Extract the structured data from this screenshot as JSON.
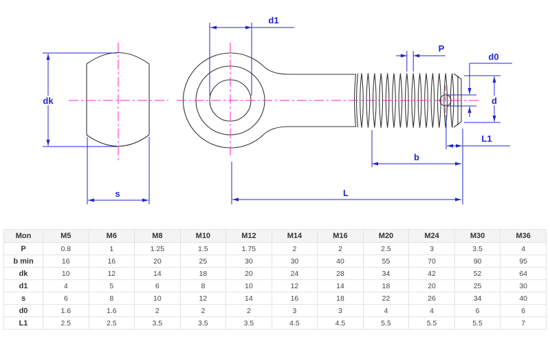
{
  "title": "Eye bolt technical drawing with dimension table",
  "colors": {
    "dimension_blue": "#2323d2",
    "centerline_magenta": "#ff22cc",
    "outline_dark": "#333333",
    "table_border": "#e3e3e3",
    "table_header_bg": "#f4f4f4",
    "background": "#ffffff"
  },
  "drawing": {
    "labels": {
      "dk": "dk",
      "s": "s",
      "d1": "d1",
      "P": "P",
      "d0": "d0",
      "d": "d",
      "L1": "L1",
      "b": "b",
      "L": "L"
    }
  },
  "table": {
    "columns": [
      "Mon",
      "M5",
      "M6",
      "M8",
      "M10",
      "M12",
      "M14",
      "M16",
      "M20",
      "M24",
      "M30",
      "M36"
    ],
    "rows": [
      {
        "label": "P",
        "values": [
          "0.8",
          "1",
          "1.25",
          "1.5",
          "1.75",
          "2",
          "2",
          "2.5",
          "3",
          "3.5",
          "4"
        ]
      },
      {
        "label": "b min",
        "values": [
          "16",
          "16",
          "20",
          "25",
          "30",
          "30",
          "40",
          "55",
          "70",
          "90",
          "95"
        ]
      },
      {
        "label": "dk",
        "values": [
          "10",
          "12",
          "14",
          "18",
          "20",
          "24",
          "28",
          "34",
          "42",
          "52",
          "64"
        ]
      },
      {
        "label": "d1",
        "values": [
          "4",
          "5",
          "6",
          "8",
          "10",
          "12",
          "14",
          "18",
          "20",
          "25",
          "30"
        ]
      },
      {
        "label": "s",
        "values": [
          "6",
          "8",
          "10",
          "12",
          "14",
          "16",
          "18",
          "22",
          "26",
          "34",
          "40"
        ]
      },
      {
        "label": "d0",
        "values": [
          "1.6",
          "1.6",
          "2",
          "2",
          "2",
          "3",
          "3",
          "4",
          "4",
          "6",
          "6"
        ]
      },
      {
        "label": "L1",
        "values": [
          "2.5",
          "2.5",
          "3.5",
          "3.5",
          "3.5",
          "4.5",
          "4.5",
          "5.5",
          "5.5",
          "5.5",
          "7"
        ]
      }
    ]
  }
}
